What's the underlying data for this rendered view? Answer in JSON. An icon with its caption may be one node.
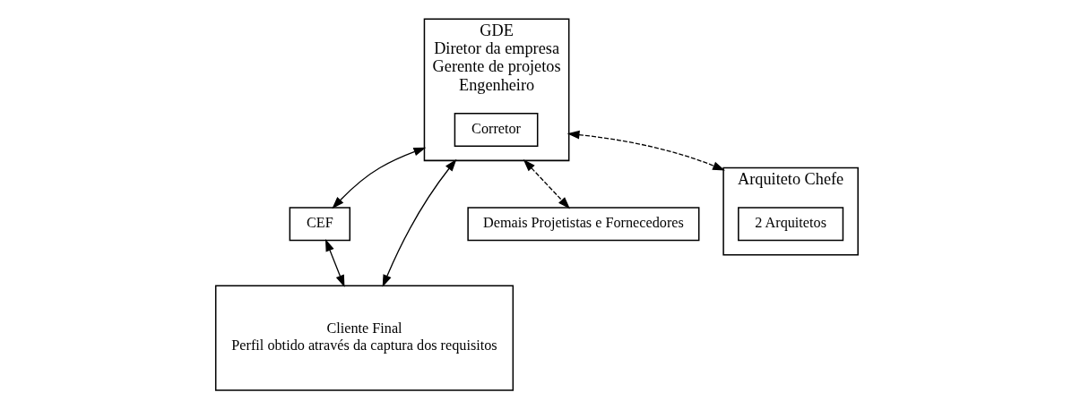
{
  "diagram": {
    "nodes": [
      {
        "text": [
          "GDE",
          "Diretor da empresa",
          "Gerente de projetos",
          "Engenheiro"
        ]
      },
      {
        "text": [
          "Corretor"
        ],
        "in": 0
      },
      {
        "text": [
          "CEF"
        ]
      },
      {
        "text": [
          "Cliente Final",
          "Perfil obtido através da captura dos requisitos"
        ]
      },
      {
        "text": [
          "Demais Projetistas e Fornecedores"
        ]
      },
      {
        "text": [
          "Arquiteto Chefe"
        ]
      },
      {
        "text": [
          "2 Arquitetos"
        ],
        "in": 5
      }
    ],
    "edges": [
      {
        "from": 0,
        "to": 2,
        "arrow": "both"
      },
      {
        "from": 2,
        "to": 3,
        "arrow": "both"
      },
      {
        "from": 0,
        "to": 3,
        "arrow": "both"
      },
      {
        "from": 0,
        "to": 4,
        "arrow": "both",
        "style": "dashed"
      },
      {
        "from": 0,
        "to": 5,
        "arrow": "both",
        "style": "dashed"
      }
    ]
  }
}
